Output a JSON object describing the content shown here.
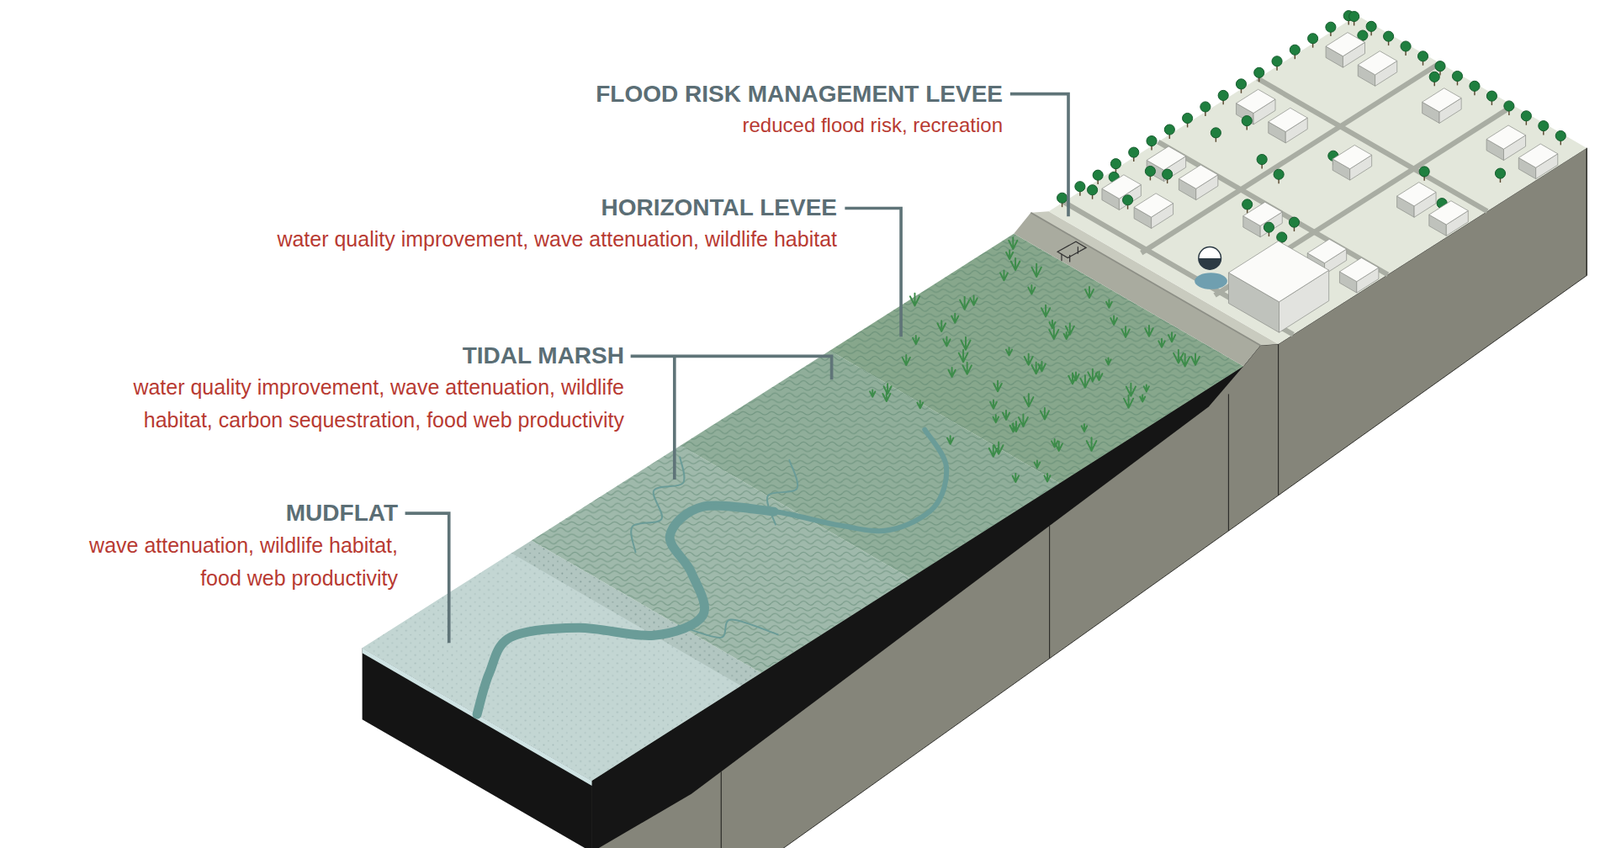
{
  "diagram": {
    "labels": [
      "FLOOD RISK MANAGEMENT LEVEE",
      "reduced flood risk, recreation",
      "HORIZONTAL LEVEE",
      "water quality improvement, wave attenuation, wildlife habitat",
      "TIDAL MARSH",
      "water quality improvement, wave attenuation, wildlife habitat, carbon sequestration, food web productivity",
      "MUDFLAT",
      "wave attenuation, wildlife habitat, food web productivity"
    ]
  }
}
